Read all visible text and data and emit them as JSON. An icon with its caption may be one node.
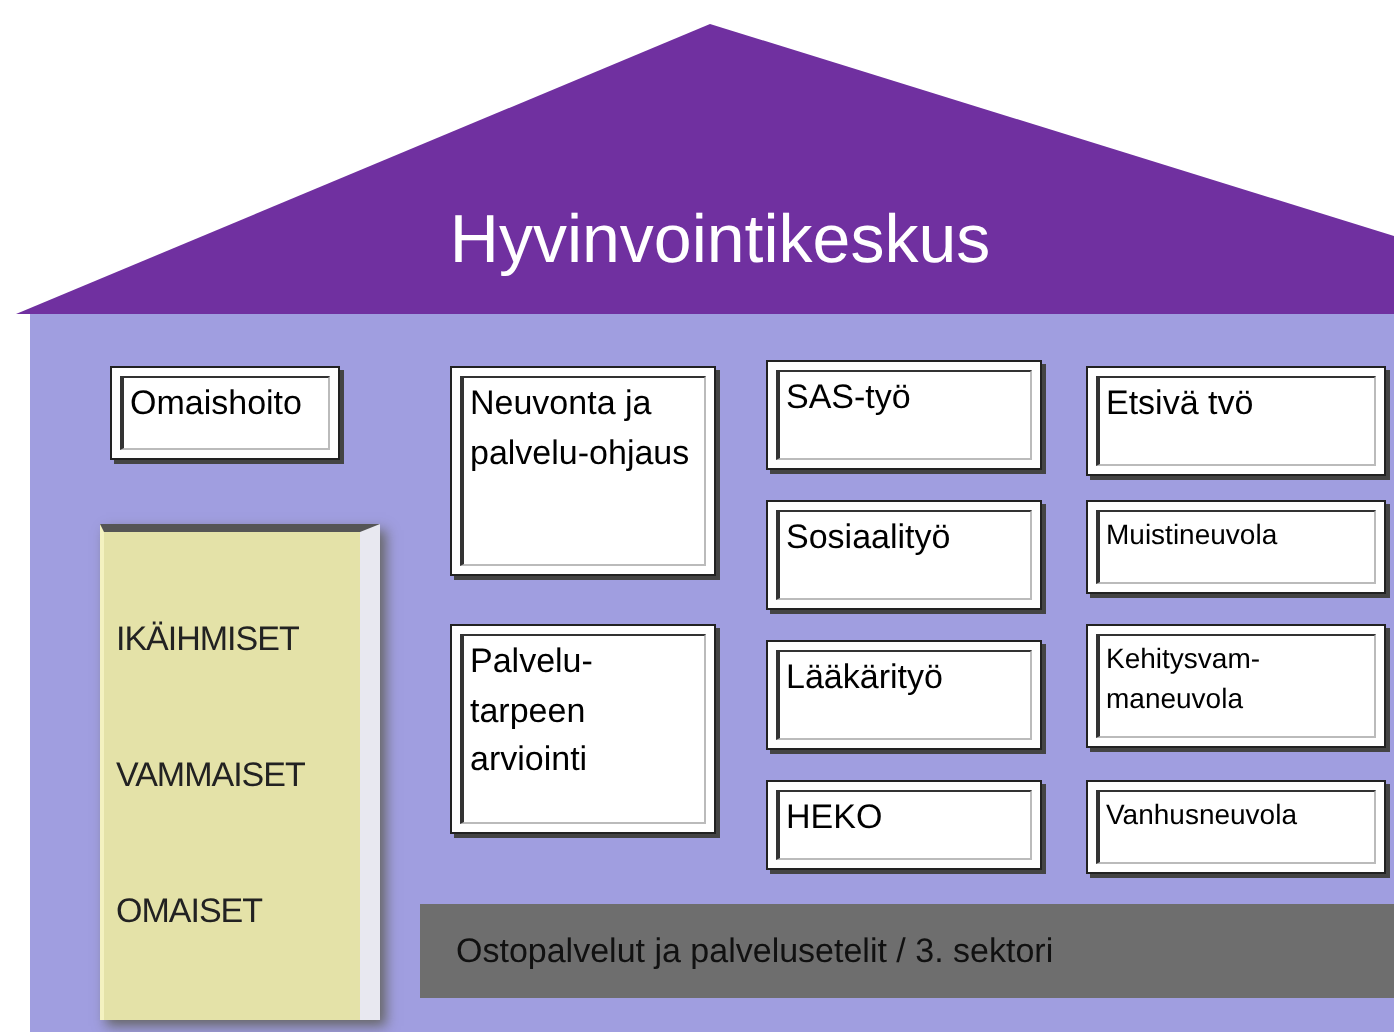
{
  "diagram": {
    "nodes": [
      {
        "text": [
          "Hyvinvointikeskus"
        ]
      },
      {
        "text": [
          "Omaishoito"
        ],
        "in": 0
      },
      {
        "text": [
          "Neuvonta ja palvelu-ohjaus"
        ],
        "in": 0
      },
      {
        "text": [
          "SAS-työ"
        ],
        "in": 0
      },
      {
        "text": [
          "Etsivä tvö"
        ],
        "in": 0
      },
      {
        "text": [
          "Sosiaalityö"
        ],
        "in": 0
      },
      {
        "text": [
          "Muistineuvola"
        ],
        "in": 0
      },
      {
        "text": [
          "Palvelu-tarpeen arviointi"
        ],
        "in": 0
      },
      {
        "text": [
          "Lääkärityö"
        ],
        "in": 0
      },
      {
        "text": [
          "Kehitysvam-maneuvola"
        ],
        "in": 0
      },
      {
        "text": [
          "IKÄIHMISET",
          "VAMMAISET",
          "OMAISET"
        ],
        "in": 0
      },
      {
        "text": [
          "HEKO"
        ],
        "in": 0
      },
      {
        "text": [
          "Vanhusneuvola"
        ],
        "in": 0
      },
      {
        "text": [
          "Ostopalvelut ja palvelusetelit / 3. sektori"
        ],
        "in": 0
      }
    ]
  }
}
